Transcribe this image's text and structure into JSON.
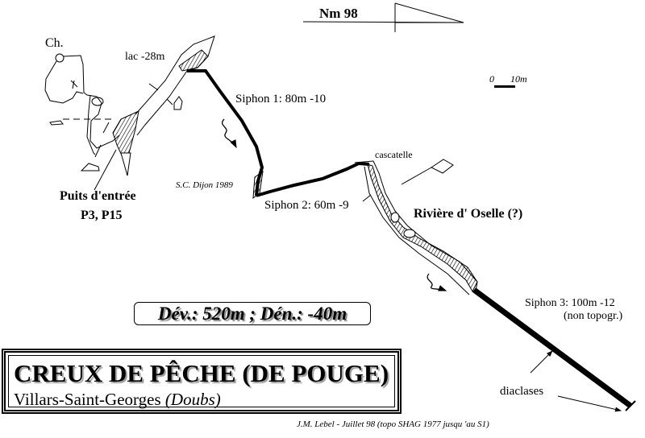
{
  "north": {
    "label": "Nm 98"
  },
  "scale": {
    "zero": "0",
    "end": "10m"
  },
  "labels": {
    "chamber": "Ch.",
    "lake": "lac -28m",
    "siphon1": "Siphon 1: 80m -10",
    "dijon": "S.C. Dijon 1989",
    "siphon2": "Siphon 2: 60m -9",
    "entrance_line1": "Puits d'entrée",
    "entrance_line2": "P3, P15",
    "cascade": "cascatelle",
    "river": "Rivière d' Oselle (?)",
    "siphon3": "Siphon 3: 100m -12",
    "siphon3_note": "(non topogr.)",
    "diaclases": "diaclases"
  },
  "stats": "Dév.: 520m ; Dén.: -40m",
  "title": {
    "name": "CREUX DE PÊCHE (DE POUGE)",
    "place": "Villars-Saint-Georges",
    "dept": "(Doubs)"
  },
  "credit": "J.M. Lebel - Juillet 98  (topo SHAG 1977 jusqu 'au S1)"
}
